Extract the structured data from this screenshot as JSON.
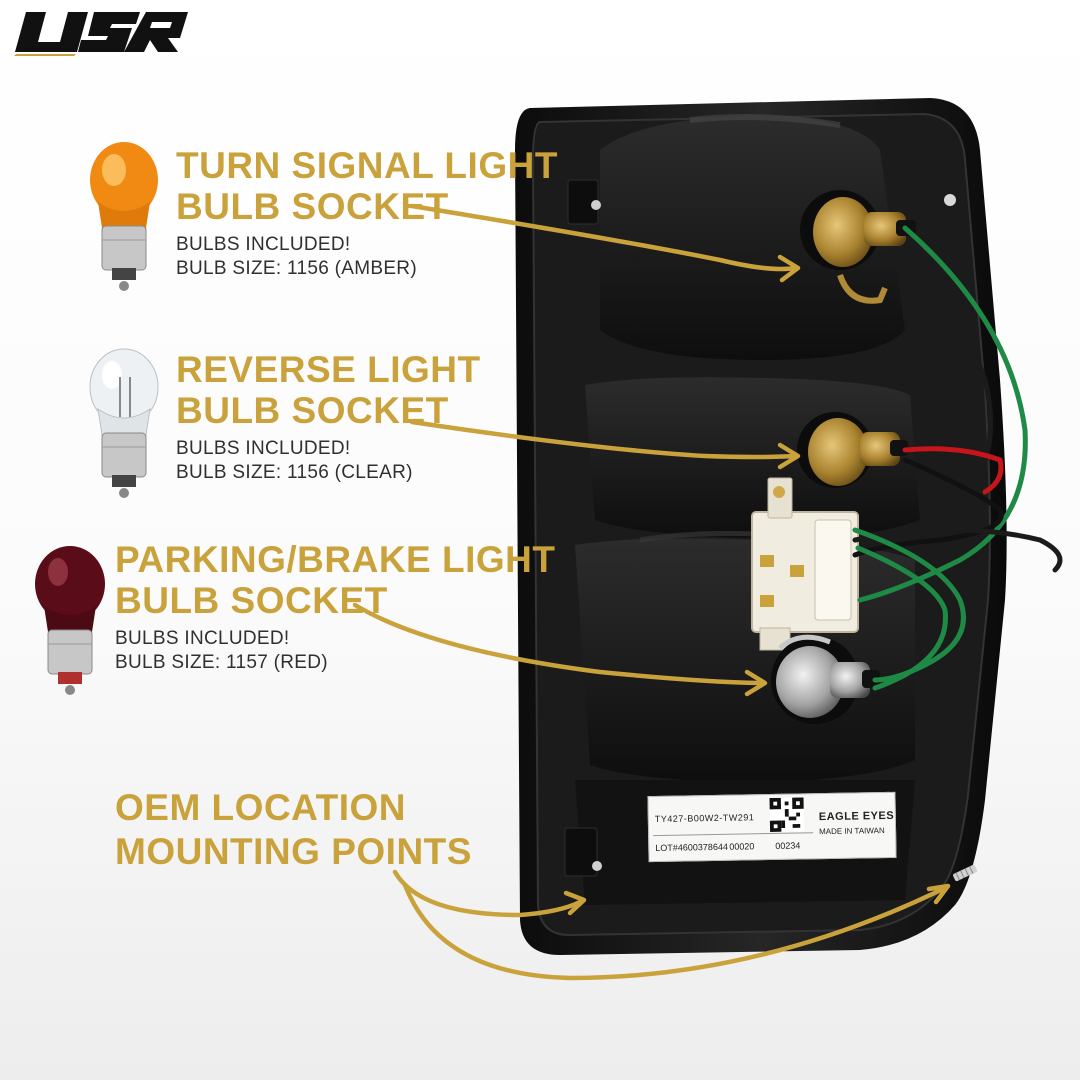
{
  "brand": {
    "logo_text": "USR",
    "logo_color": "#111111",
    "logo_accent": "#c9a23c"
  },
  "callouts": {
    "turn": {
      "heading_line1": "TURN SIGNAL LIGHT",
      "heading_line2": "BULB SOCKET",
      "sub_line1": "BULBS INCLUDED!",
      "sub_line2": "BULB SIZE: 1156 (AMBER)"
    },
    "reverse": {
      "heading_line1": "REVERSE LIGHT",
      "heading_line2": "BULB SOCKET",
      "sub_line1": "BULBS INCLUDED!",
      "sub_line2": "BULB SIZE: 1156 (CLEAR)"
    },
    "parking": {
      "heading_line1": "PARKING/BRAKE LIGHT",
      "heading_line2": "BULB SOCKET",
      "sub_line1": "BULBS INCLUDED!",
      "sub_line2": "BULB SIZE: 1157 (RED)"
    },
    "oem": {
      "heading_line1": "OEM LOCATION",
      "heading_line2": "MOUNTING POINTS"
    }
  },
  "sticker": {
    "part_number": "TY427-B00W2-TW291",
    "brand": "EAGLE EYES",
    "made_in": "MADE IN TAIWAN",
    "lot": "LOT#4600378644",
    "code1": "00020",
    "code2": "00234"
  },
  "colors": {
    "accent_gold": "#c9a23c",
    "housing_black": "#151515",
    "bulb_amber": "#f08a12",
    "bulb_red": "#5a0d18",
    "bulb_clear": "#e8ecee",
    "wire_green": "#1f8a45",
    "wire_red": "#c8141b"
  }
}
